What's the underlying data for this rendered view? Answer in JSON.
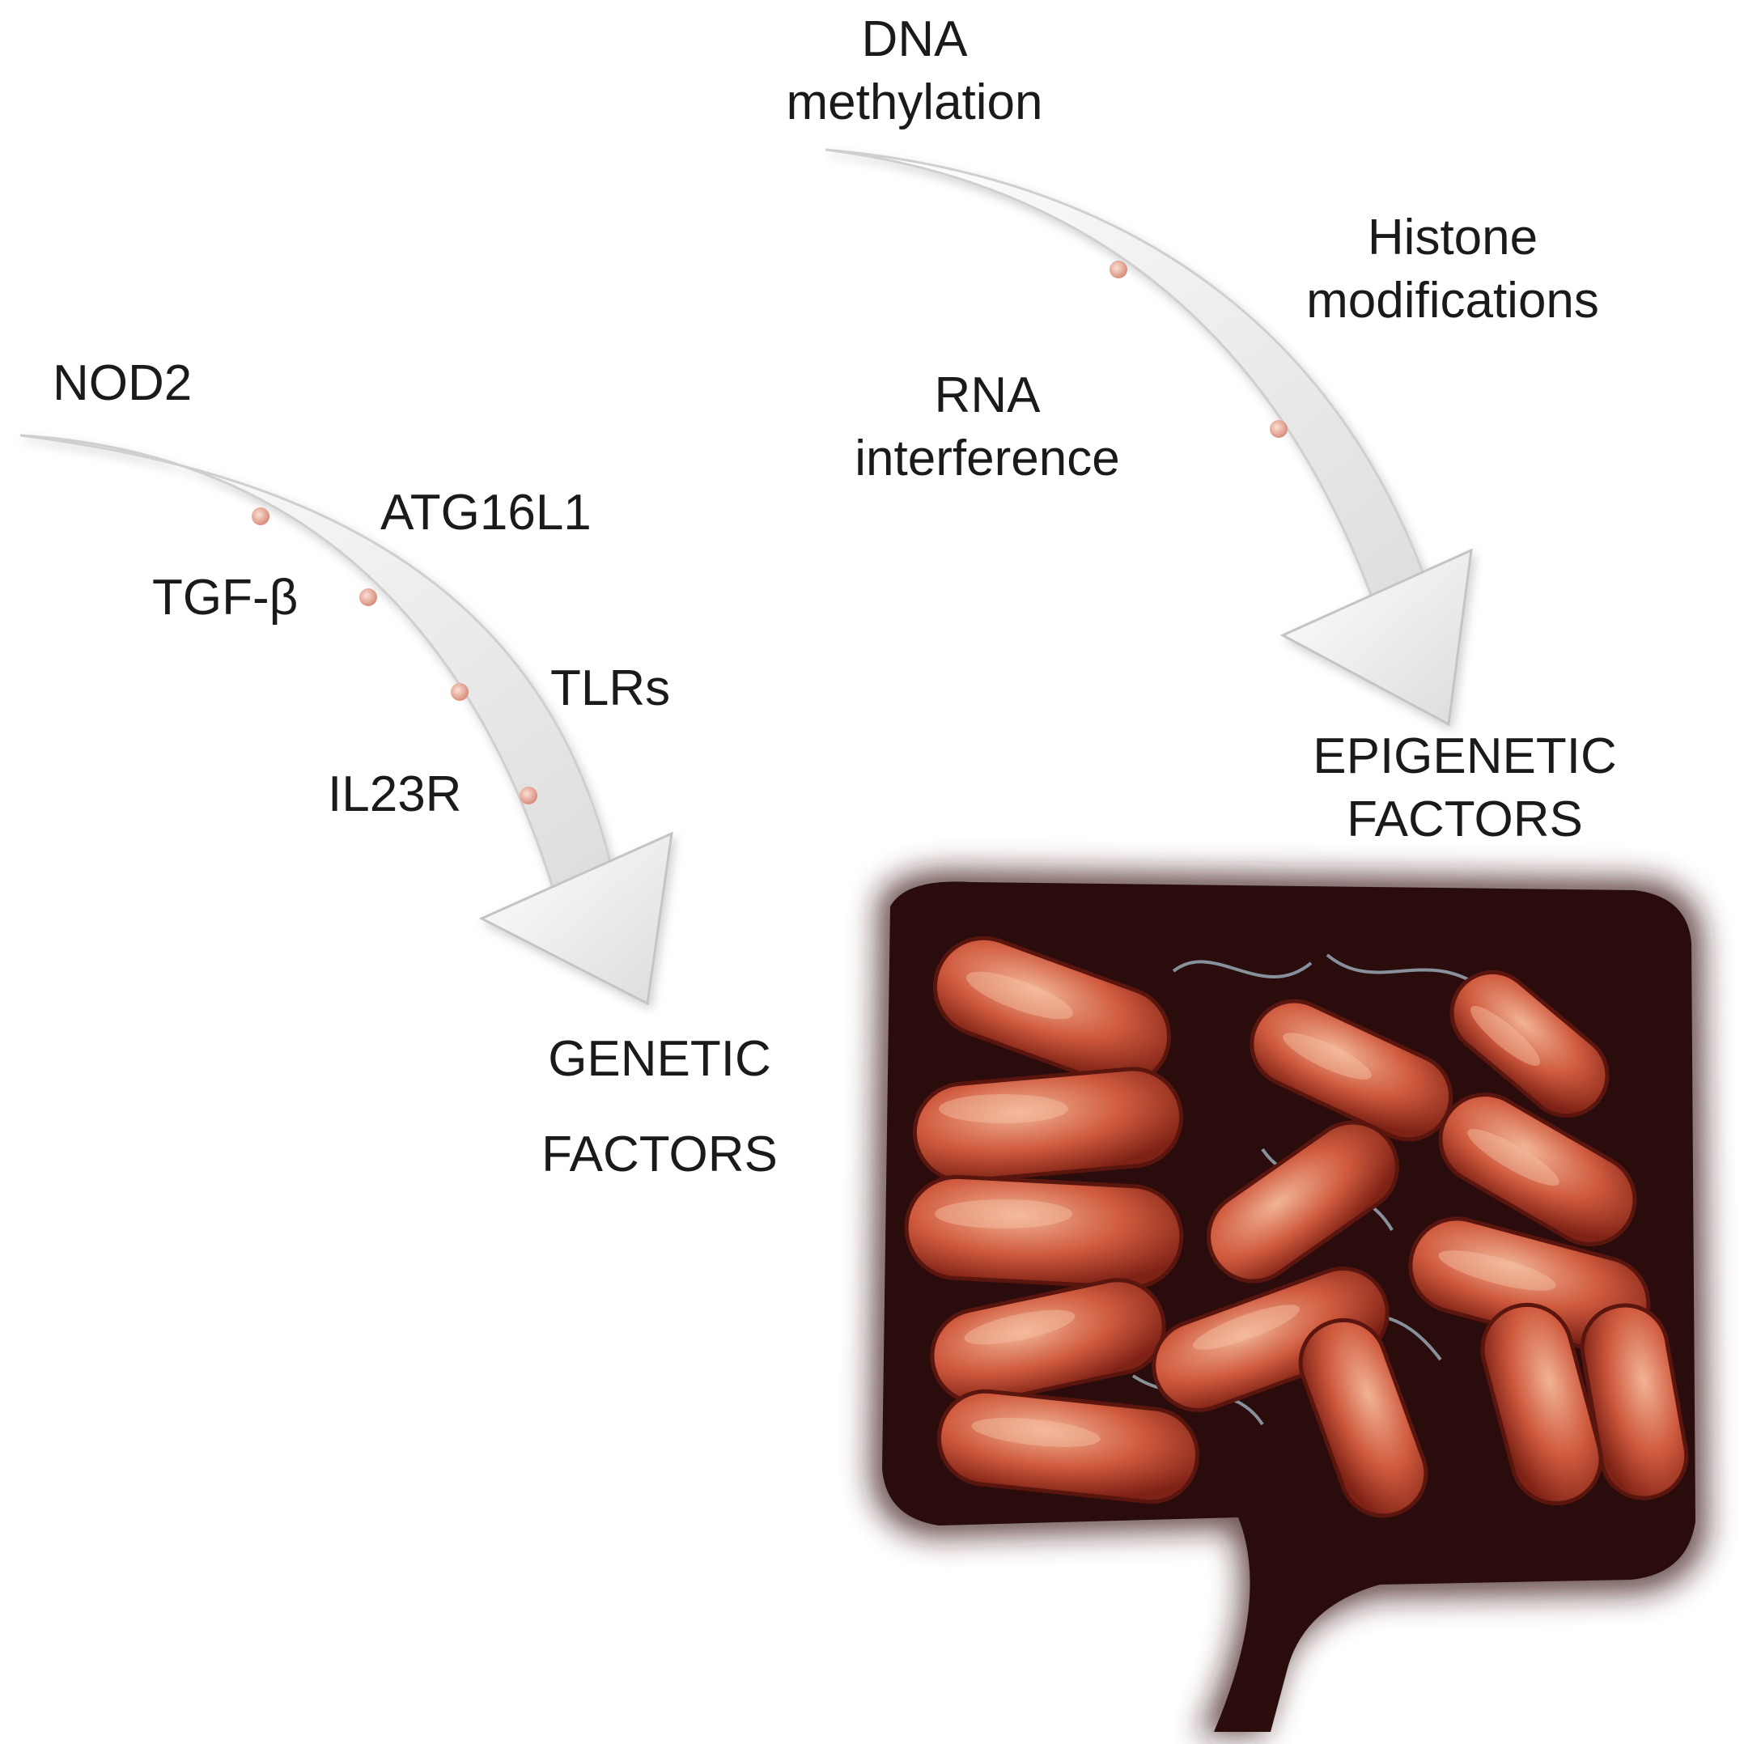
{
  "epigenetic": {
    "heading_line1": "EPIGENETIC",
    "heading_line2": "FACTORS",
    "items": [
      {
        "line1": "DNA",
        "line2": "methylation"
      },
      {
        "line1": "Histone",
        "line2": "modifications"
      },
      {
        "line1": "RNA",
        "line2": "interference"
      }
    ]
  },
  "genetic": {
    "heading_line1": "GENETIC",
    "heading_line2": "FACTORS",
    "items": [
      "NOD2",
      "ATG16L1",
      "TGF-β",
      "TLRs",
      "IL23R"
    ]
  },
  "colors": {
    "arrow_fill": "#f2f2f2",
    "arrow_edge": "#c8c8c8",
    "dot": "#e7a898",
    "intestine_dark": "#2a0c0c",
    "intestine_loop": "#c9533a",
    "intestine_highlight": "#f0b090"
  },
  "icons": {
    "genetic_arrow": "curved-arrow-icon",
    "epigenetic_arrow": "curved-arrow-icon",
    "intestine": "intestine-illustration"
  }
}
